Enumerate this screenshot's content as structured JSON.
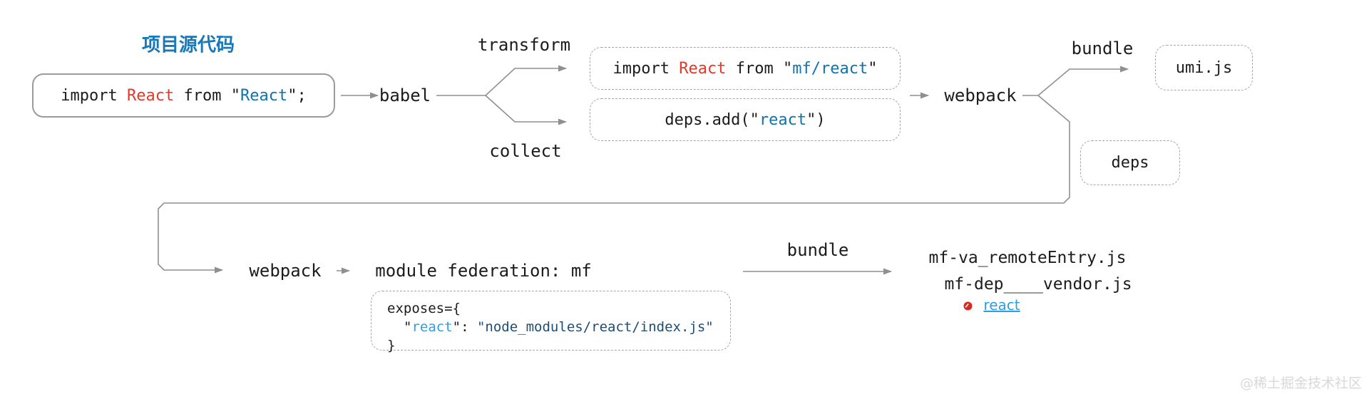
{
  "colors": {
    "ink": "#1c1c1c",
    "red": "#e13a2a",
    "blue": "#1173ae",
    "lblue": "#2d9ee5",
    "navy": "#1d4d73",
    "line": "#8f8f8f",
    "titleblue": "#1878b8",
    "watermark": "#d8d8d8",
    "bordersolid": "#9b9b9b",
    "borderdash": "#a6a6a6",
    "bg": "#ffffff"
  },
  "title": "项目源代码",
  "row1": {
    "source_code": [
      "import ",
      "React",
      " from ",
      "\"",
      "React",
      "\";"
    ],
    "babel": "babel",
    "transform_label": "transform",
    "collect_label": "collect",
    "mf_import": [
      "import ",
      "React",
      " from ",
      "\"",
      "mf/react",
      "\""
    ],
    "deps_add": [
      "deps.add(\"",
      "react",
      "\")"
    ],
    "webpack": "webpack",
    "bundle_label": "bundle",
    "umi": "umi.js",
    "deps_box": "deps"
  },
  "row2": {
    "webpack": "webpack",
    "module_federation": "module federation: mf",
    "exposes": {
      "line1": "exposes={",
      "line2": [
        "\"",
        "react",
        "\": ",
        "\"node_modules/react/index.js\""
      ],
      "line3": "}"
    },
    "bundle_label": "bundle",
    "outputs": {
      "remote_entry": "mf-va_remoteEntry.js",
      "vendor": "mf-dep____vendor.js",
      "react_link": "react"
    }
  },
  "watermark": "@稀土掘金技术社区"
}
